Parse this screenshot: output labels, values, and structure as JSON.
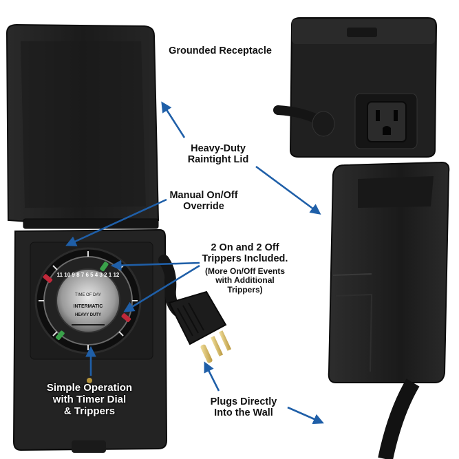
{
  "callouts": {
    "grounded_receptacle": "Grounded Receptacle",
    "raintight_lid": "Heavy-Duty\nRaintight Lid",
    "manual_override": "Manual On/Off\nOverride",
    "trippers_title": "2 On and 2 Off\nTrippers Included.",
    "trippers_note": "(More On/Off Events\nwith Additional\nTrippers)",
    "simple_operation": "Simple Operation\nwith Timer Dial\n& Trippers",
    "plugs_directly": "Plugs Directly\nInto the Wall"
  },
  "dial": {
    "time_of_day": "TIME OF DAY",
    "brand": "INTERMATIC",
    "model": "HEAVY DUTY",
    "numbers": "11 10 9 8 7 6 5 4 3 2 1 12"
  },
  "colors": {
    "housing": "#1e1e1e",
    "arrow": "#1f5fa8",
    "tripper_green": "#3aa14a",
    "tripper_red": "#c0283a"
  }
}
